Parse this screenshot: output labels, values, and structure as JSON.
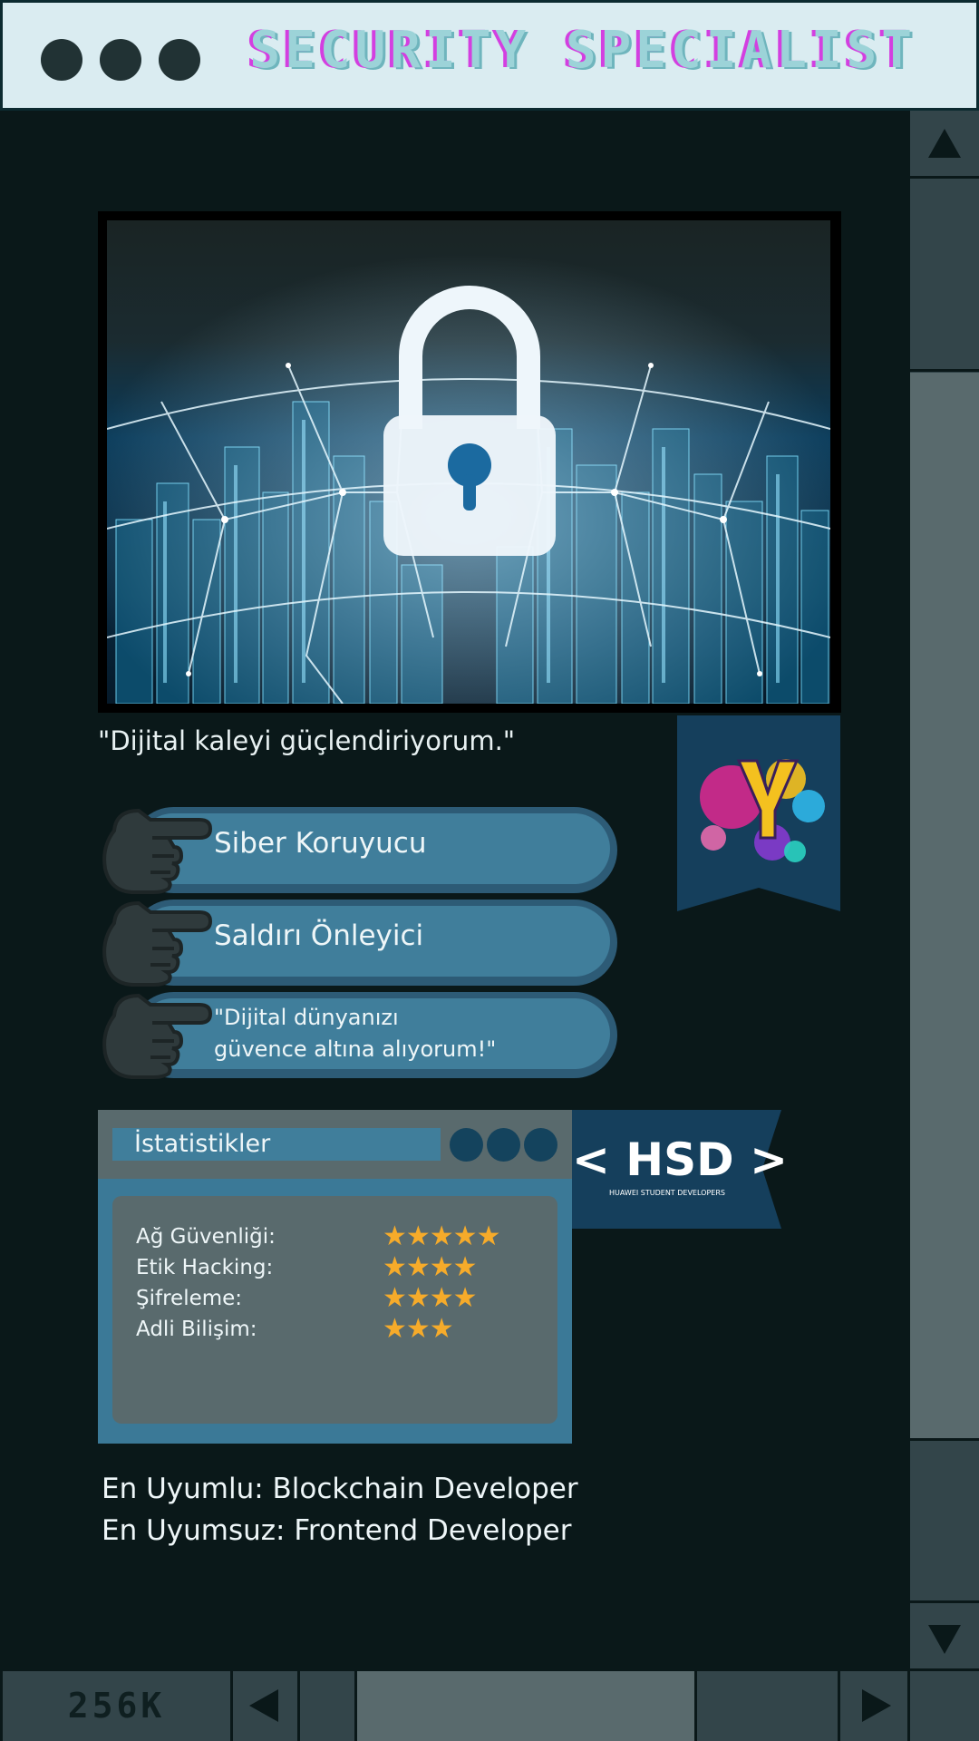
{
  "window": {
    "title": "SECURITY SPECIALIST",
    "controls": [
      "dot",
      "dot",
      "dot"
    ]
  },
  "hero": {
    "image": "lock-over-city-network-image",
    "colors": {
      "sky": "#0a3b5a",
      "glow": "#bfe9ff",
      "lock": "#eef6fb"
    }
  },
  "quote": "\"Dijital kaleyi güçlendiriyorum.\"",
  "badge": {
    "icon": "y-splash-logo-icon",
    "color": "#153f5c"
  },
  "roles": [
    {
      "label": "Siber Koruyucu",
      "icon": "pointing-hand-icon"
    },
    {
      "label": "Saldırı Önleyici",
      "icon": "pointing-hand-icon"
    },
    {
      "label_line1": "\"Dijital dünyanızı",
      "label_line2": "güvence altına alıyorum!\"",
      "icon": "pointing-hand-icon"
    }
  ],
  "stats": {
    "title": "İstatistikler",
    "rows": [
      {
        "label": "Ağ Güvenliği:",
        "stars": "★★★★★",
        "rating": 5
      },
      {
        "label": "Etik Hacking:",
        "stars": "★★★★",
        "rating": 4
      },
      {
        "label": "Şifreleme:",
        "stars": "★★★★",
        "rating": 4
      },
      {
        "label": "Adli Bilişim:",
        "stars": "★★★",
        "rating": 3
      }
    ],
    "star_color": "#f6ab2a"
  },
  "hsd": {
    "logo": "< HSD >",
    "subtitle": "HUAWEI STUDENT DEVELOPERS",
    "color": "#153f5c"
  },
  "compatibility": {
    "best": "En Uyumlu: Blockchain Developer",
    "worst": "En Uyumsuz: Frontend Developer"
  },
  "statusbar": {
    "size": "256K"
  },
  "scrollbars": {
    "vertical_position": 0.2,
    "horizontal_position": 0.15
  }
}
